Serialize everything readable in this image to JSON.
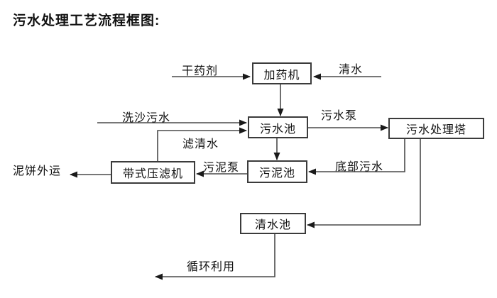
{
  "page": {
    "title": "污水处理工艺流程框图:"
  },
  "diagram": {
    "type": "flowchart",
    "nodes": [
      {
        "id": "dosing-machine",
        "label": "加药机"
      },
      {
        "id": "sewage-pool",
        "label": "污水池"
      },
      {
        "id": "sewage-treatment-tower",
        "label": "污水处理塔"
      },
      {
        "id": "sludge-pool",
        "label": "污泥池"
      },
      {
        "id": "belt-filter-press",
        "label": "带式压滤机"
      },
      {
        "id": "clean-water-pool",
        "label": "清水池"
      }
    ],
    "edge_labels": [
      {
        "id": "dry-agent",
        "label": "干药剂",
        "to": "加药机"
      },
      {
        "id": "clean-water",
        "label": "清水",
        "to": "加药机"
      },
      {
        "id": "sand-washing-sewage",
        "label": "洗沙污水",
        "to": "污水池"
      },
      {
        "id": "filtered-water",
        "label": "滤清水",
        "from": "带式压滤机",
        "to": "污水池"
      },
      {
        "id": "sewage-pump",
        "label": "污水泵",
        "from": "污水池",
        "to": "污水处理塔"
      },
      {
        "id": "sludge-pump",
        "label": "污泥泵",
        "from": "污泥池",
        "to": "带式压滤机"
      },
      {
        "id": "bottom-sewage",
        "label": "底部污水",
        "from": "污水处理塔",
        "to": "污泥池"
      },
      {
        "id": "mud-cake-out",
        "label": "泥饼外运",
        "from": "带式压滤机"
      },
      {
        "id": "recycle",
        "label": "循环利用",
        "from": "清水池"
      }
    ],
    "colors": {
      "background": "#ffffff",
      "line": "#4a4a4a",
      "arrowhead": "#1a1a1a",
      "box_border": "#3b3b3b",
      "text": "#111111"
    }
  }
}
